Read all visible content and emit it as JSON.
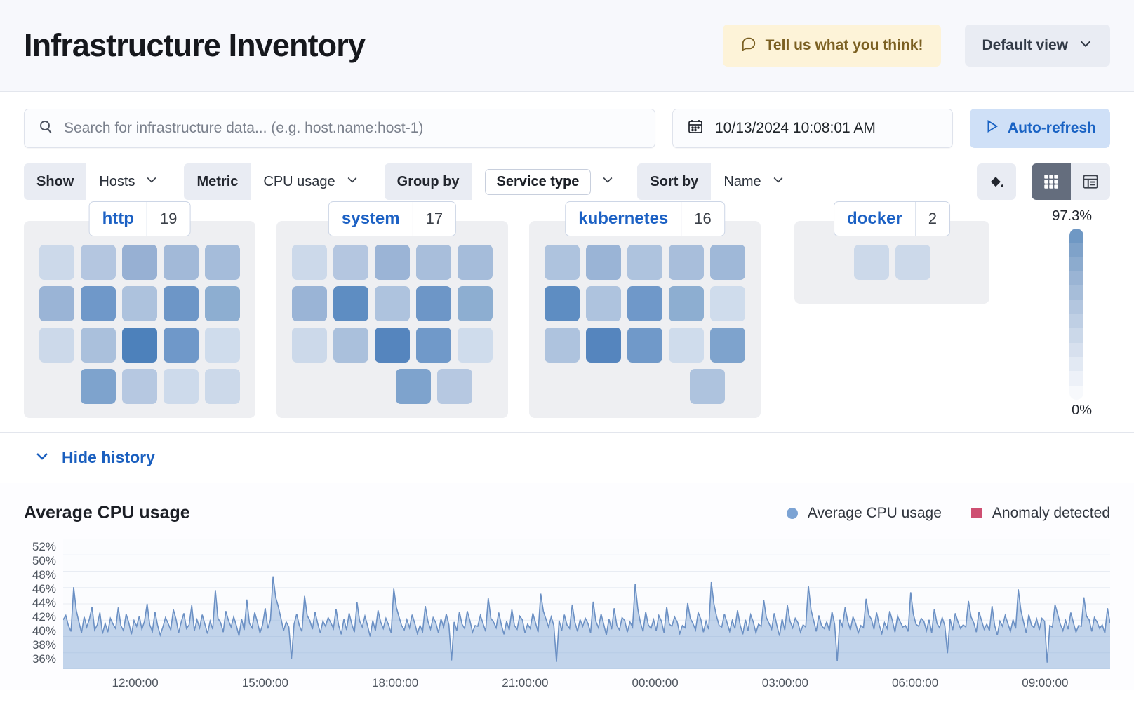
{
  "header": {
    "title": "Infrastructure Inventory",
    "feedback_label": "Tell us what you think!",
    "feedback_icon": "comment-icon",
    "view_label": "Default view",
    "view_chevron": "chevron-down-icon",
    "feedback_bg": "#fdf3d8",
    "feedback_fg": "#7b6022"
  },
  "search": {
    "icon": "search-icon",
    "placeholder": "Search for infrastructure data... (e.g. host.name:host-1)",
    "value": ""
  },
  "date_picker": {
    "icon": "calendar-icon",
    "value": "10/13/2024 10:08:01 AM"
  },
  "auto_refresh": {
    "icon": "play-icon",
    "label": "Auto-refresh",
    "bg": "#cfe0f7",
    "fg": "#1a63c4"
  },
  "filters": [
    {
      "label": "Show",
      "value": "Hosts",
      "boxed": false
    },
    {
      "label": "Metric",
      "value": "CPU usage",
      "boxed": false
    },
    {
      "label": "Group by",
      "value": "Service type",
      "boxed": true
    },
    {
      "label": "Sort by",
      "value": "Name",
      "boxed": false
    }
  ],
  "view_toggles": {
    "fill_icon": "paint-bucket-icon",
    "grid_icon": "grid-view-icon",
    "table_icon": "table-view-icon",
    "active": "grid"
  },
  "legend_scale": {
    "top_label": "97.3%",
    "bottom_label": "0%",
    "colors": [
      "#f7f9fc",
      "#edf1f8",
      "#e2e9f3",
      "#d7e0ee",
      "#cbd8e9",
      "#bfcfe4",
      "#b3c6df",
      "#a6bdd9",
      "#9ab4d4",
      "#8cabce",
      "#7fa2c9",
      "#6f98c4"
    ]
  },
  "groups": [
    {
      "name": "http",
      "count": "19",
      "rows": [
        [
          "#ccd9ea",
          "#b4c6e0",
          "#97b0d3",
          "#a2b9d8",
          "#a5bcda"
        ],
        [
          "#9ab4d6",
          "#6f98c9",
          "#adc2dd",
          "#6d96c7",
          "#8daed1"
        ],
        [
          "#ccd9ea",
          "#aac0dc",
          "#4d81bb",
          "#6f98c9",
          "#cfdcec"
        ],
        [
          "#7ea3cd",
          "#b6c8e1",
          "#cddaeb",
          "#ccd9ea"
        ]
      ],
      "row_offsets": [
        0,
        0,
        0,
        1
      ]
    },
    {
      "name": "system",
      "count": "17",
      "rows": [
        [
          "#ccd9ea",
          "#b4c6e0",
          "#9bb4d6",
          "#a8bedb",
          "#a5bcda"
        ],
        [
          "#9ab4d6",
          "#5e8dc2",
          "#aec3de",
          "#6d96c7",
          "#8daed1"
        ],
        [
          "#ccd9ea",
          "#aac0dc",
          "#5585be",
          "#7099c9",
          "#cfdcec"
        ],
        [
          "#7ea3cd",
          "#b6c8e1"
        ]
      ],
      "row_offsets": [
        0,
        0,
        0,
        2
      ]
    },
    {
      "name": "kubernetes",
      "count": "16",
      "rows": [
        [
          "#aec3de",
          "#9ab4d6",
          "#aec3de",
          "#a8bedb",
          "#9fb8d8"
        ],
        [
          "#5e8dc2",
          "#aec3de",
          "#6f98c9",
          "#8daed1",
          "#cfdcec"
        ],
        [
          "#aec3de",
          "#5585be",
          "#7099c9",
          "#cfdcec",
          "#7ea3cd"
        ],
        [
          "#aec3de"
        ]
      ],
      "row_offsets": [
        0,
        0,
        0,
        3
      ]
    },
    {
      "name": "docker",
      "count": "2",
      "rows": [
        [
          "#ccd9ea",
          "#ccd9ea"
        ]
      ],
      "row_offsets": [
        0
      ]
    }
  ],
  "history": {
    "toggle_label": "Hide history",
    "toggle_icon": "chevron-down-icon"
  },
  "chart_data": {
    "type": "area",
    "title": "Average CPU usage",
    "xlabel": "",
    "ylabel": "",
    "ylim": [
      35,
      53
    ],
    "yticks": [
      "52%",
      "50%",
      "48%",
      "46%",
      "44%",
      "42%",
      "40%",
      "38%",
      "36%"
    ],
    "xticks": [
      "12:00:00",
      "15:00:00",
      "18:00:00",
      "21:00:00",
      "00:00:00",
      "03:00:00",
      "06:00:00",
      "09:00:00"
    ],
    "grid": true,
    "legend_position": "top-right",
    "series": [
      {
        "name": "Average CPU usage",
        "color": "#7ca3d4",
        "marker": "circle"
      },
      {
        "name": "Anomaly detected",
        "color": "#ce4f72",
        "marker": "square"
      }
    ],
    "values": [
      41.8,
      42.4,
      41.0,
      40.2,
      46.3,
      43.1,
      41.5,
      40.0,
      42.2,
      40.8,
      41.9,
      43.6,
      40.4,
      41.1,
      42.8,
      39.9,
      41.3,
      40.1,
      42.0,
      41.2,
      40.6,
      43.5,
      41.0,
      40.3,
      42.6,
      41.4,
      39.8,
      41.7,
      40.9,
      42.3,
      40.5,
      41.6,
      44.0,
      41.1,
      40.2,
      42.9,
      41.0,
      39.7,
      40.8,
      42.1,
      41.3,
      40.4,
      43.2,
      41.9,
      40.0,
      41.5,
      42.7,
      40.6,
      41.1,
      43.8,
      40.3,
      41.8,
      40.7,
      42.5,
      41.2,
      39.9,
      41.6,
      40.5,
      45.9,
      42.0,
      41.4,
      40.1,
      43.0,
      41.7,
      40.8,
      42.2,
      41.0,
      39.6,
      41.9,
      40.4,
      44.6,
      41.3,
      40.7,
      42.8,
      41.5,
      40.0,
      41.1,
      43.4,
      40.6,
      41.8,
      47.8,
      44.9,
      43.6,
      42.0,
      40.3,
      41.5,
      40.8,
      36.4,
      41.2,
      42.6,
      41.0,
      40.2,
      45.1,
      42.4,
      41.7,
      40.5,
      42.9,
      41.3,
      40.0,
      41.6,
      40.9,
      42.1,
      41.4,
      40.6,
      43.3,
      41.0,
      39.8,
      41.9,
      40.4,
      42.7,
      41.2,
      40.1,
      44.2,
      41.6,
      40.8,
      42.3,
      41.0,
      39.5,
      41.7,
      40.3,
      43.1,
      41.5,
      40.6,
      42.0,
      41.1,
      40.0,
      46.1,
      43.5,
      42.2,
      41.0,
      40.4,
      41.8,
      40.7,
      42.5,
      41.3,
      39.9,
      41.0,
      40.2,
      43.7,
      41.6,
      40.5,
      42.1,
      41.4,
      40.0,
      41.9,
      40.8,
      42.6,
      41.1,
      36.2,
      41.5,
      40.3,
      42.9,
      41.2,
      40.6,
      43.0,
      41.7,
      40.1,
      41.0,
      40.9,
      42.4,
      41.3,
      40.2,
      44.8,
      42.0,
      41.5,
      40.7,
      42.8,
      41.1,
      39.8,
      41.6,
      40.4,
      43.2,
      41.0,
      40.5,
      42.3,
      41.8,
      40.0,
      41.2,
      40.6,
      42.7,
      41.4,
      40.1,
      45.4,
      43.0,
      41.9,
      40.8,
      42.2,
      41.0,
      36.0,
      41.7,
      40.3,
      42.5,
      41.1,
      40.6,
      43.9,
      41.5,
      40.2,
      41.8,
      40.9,
      42.0,
      41.3,
      40.0,
      44.3,
      41.6,
      40.7,
      42.6,
      41.2,
      39.7,
      41.9,
      40.5,
      43.4,
      41.0,
      40.4,
      42.1,
      41.7,
      40.1,
      41.5,
      40.8,
      46.8,
      43.3,
      41.4,
      40.2,
      42.9,
      41.1,
      40.6,
      41.8,
      40.3,
      42.4,
      41.6,
      40.0,
      43.6,
      41.2,
      40.9,
      42.2,
      41.5,
      39.9,
      41.0,
      40.7,
      44.1,
      42.0,
      41.3,
      40.4,
      42.8,
      41.9,
      40.1,
      41.6,
      40.5,
      47.0,
      44.0,
      42.3,
      41.0,
      40.8,
      42.6,
      41.4,
      40.2,
      41.7,
      40.6,
      43.1,
      41.1,
      39.8,
      41.8,
      40.3,
      42.5,
      41.5,
      40.0,
      41.2,
      40.9,
      44.5,
      42.1,
      41.3,
      40.5,
      42.7,
      41.0,
      39.6,
      41.9,
      40.4,
      43.8,
      41.6,
      40.7,
      42.0,
      41.4,
      40.1,
      41.1,
      40.8,
      46.5,
      43.2,
      41.7,
      40.2,
      42.4,
      41.0,
      40.6,
      41.5,
      40.3,
      42.9,
      41.2,
      36.1,
      41.8,
      40.9,
      43.5,
      41.6,
      40.4,
      42.2,
      41.3,
      40.0,
      41.0,
      40.7,
      44.7,
      42.5,
      41.9,
      40.5,
      42.8,
      41.1,
      39.9,
      41.4,
      40.6,
      43.0,
      41.7,
      40.1,
      42.3,
      41.5,
      40.8,
      41.0,
      40.2,
      45.6,
      42.6,
      41.2,
      40.9,
      42.0,
      41.6,
      40.3,
      41.8,
      40.0,
      43.3,
      41.3,
      40.7,
      42.1,
      41.0,
      37.2,
      41.9,
      40.4,
      42.7,
      41.5,
      40.6,
      41.1,
      40.8,
      44.4,
      42.2,
      41.4,
      40.1,
      42.9,
      41.7,
      40.5,
      41.2,
      40.3,
      43.7,
      41.0,
      39.7,
      41.6,
      40.9,
      42.4,
      41.3,
      40.2,
      41.8,
      40.6,
      46.0,
      43.1,
      41.5,
      40.0,
      42.5,
      41.1,
      40.7,
      41.9,
      40.4,
      42.0,
      41.6,
      35.9,
      41.0,
      40.8,
      43.9,
      42.6,
      41.2,
      40.3,
      41.7,
      40.5,
      42.8,
      41.4,
      40.1,
      41.0,
      40.9,
      44.9,
      42.3,
      41.8,
      40.2,
      42.1,
      41.5,
      40.6,
      41.1,
      40.0,
      43.4,
      41.3
    ]
  }
}
